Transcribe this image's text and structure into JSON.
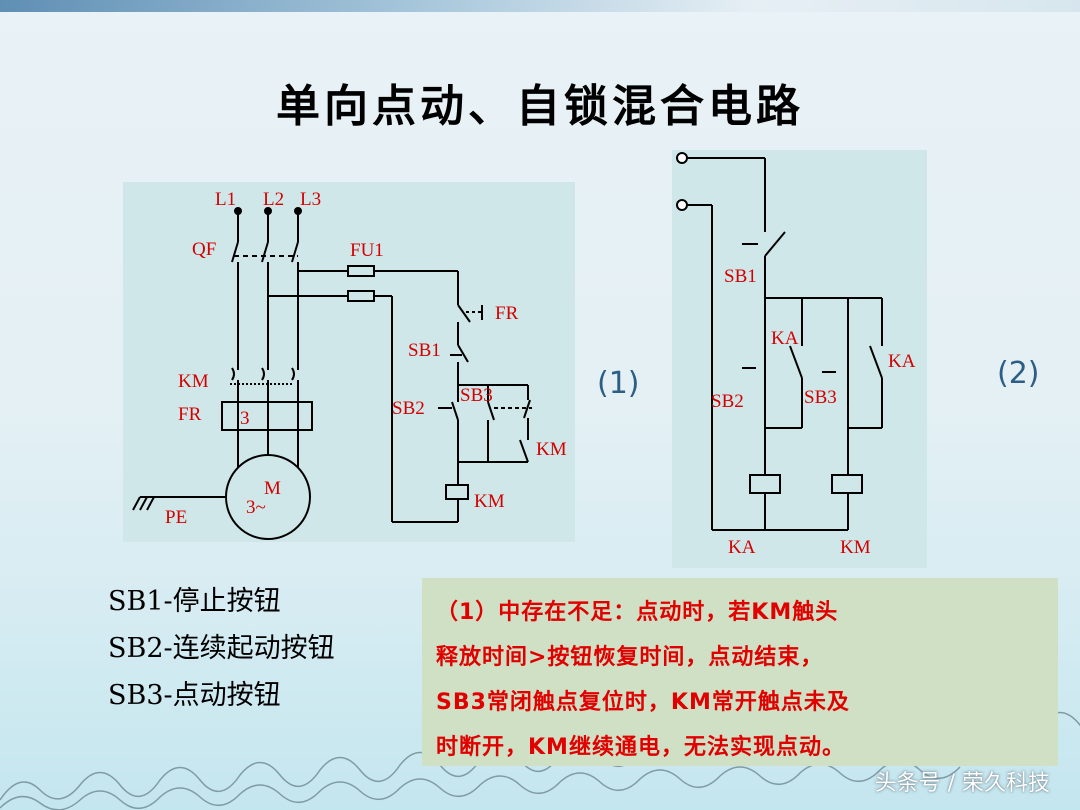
{
  "title": "单向点动、自锁混合电路",
  "diagram1": {
    "caption": "(1)",
    "labels": {
      "l1": "L1",
      "l2": "L2",
      "l3": "L3",
      "qf": "QF",
      "fu1": "FU1",
      "fr_contact": "FR",
      "sb1": "SB1",
      "sb2": "SB2",
      "sb3": "SB3",
      "km_contact": "KM",
      "km_coil": "KM",
      "km_main": "KM",
      "fr_relay": "FR",
      "fr_num": "3",
      "motor_m": "M",
      "motor_3": "3~",
      "pe": "PE"
    }
  },
  "diagram2": {
    "caption": "(2)",
    "labels": {
      "sb1": "SB1",
      "sb2": "SB2",
      "sb3": "SB3",
      "ka_contact1": "KA",
      "ka_contact2": "KA",
      "ka_coil": "KA",
      "km_coil": "KM"
    }
  },
  "legend": [
    "SB1-停止按钮",
    "SB2-连续起动按钮",
    "SB3-点动按钮"
  ],
  "note": {
    "lines": [
      "（1）中存在不足：点动时，若KM触头",
      "释放时间>按钮恢复时间，点动结束，",
      "SB3常闭触点复位时，KM常开触点未及",
      "时断开，KM继续通电，无法实现点动。"
    ]
  },
  "watermark": "头条号 / 荣久科技",
  "colors": {
    "label_red": "#d40000",
    "caption_blue": "#2c5e86",
    "panel": "#cfe7e9",
    "note_bg": "#cfe0c4",
    "note_text": "#e00000"
  }
}
